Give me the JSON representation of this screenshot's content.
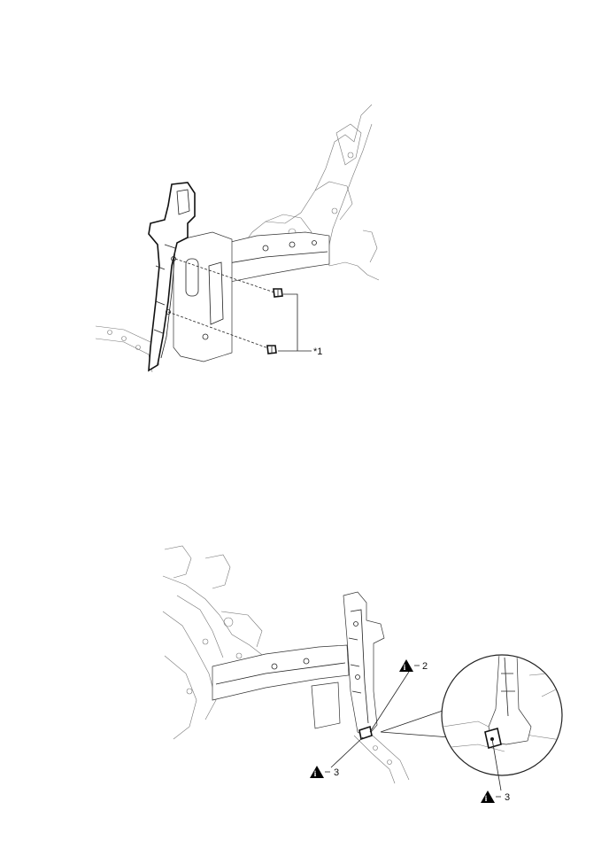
{
  "figure_top": {
    "callout_label": "*1"
  },
  "figure_bottom": {
    "callout_2": "2",
    "callout_3_left": "3",
    "callout_3_detail": "3"
  }
}
